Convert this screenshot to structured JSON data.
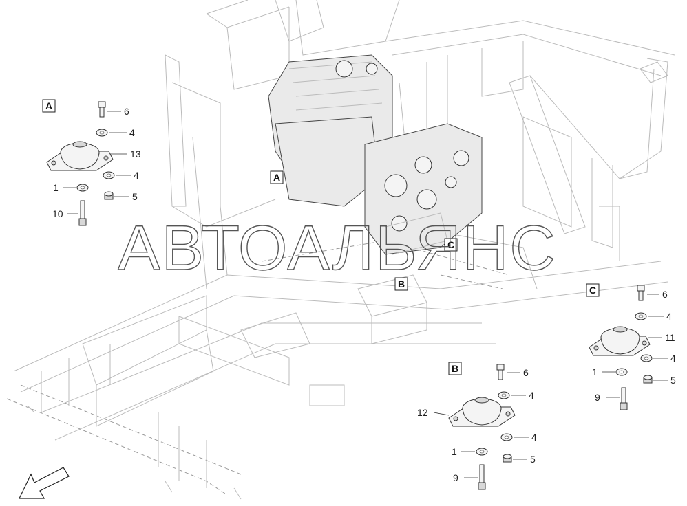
{
  "watermark": "АВТОАЛЬЯНС",
  "view_markers": {
    "main_a": "A",
    "main_b": "B",
    "main_c": "C"
  },
  "group_a": {
    "title": "A",
    "callouts": {
      "bolt_top": "6",
      "washer_top": "4",
      "mount": "13",
      "washer_bottom": "4",
      "nut": "5",
      "washer_left": "1",
      "bolt_bottom": "10"
    }
  },
  "group_b": {
    "title": "B",
    "callouts": {
      "bolt_top": "6",
      "washer_top": "4",
      "mount": "12",
      "washer_bottom": "4",
      "nut": "5",
      "washer_left": "1",
      "bolt_bottom": "9"
    }
  },
  "group_c": {
    "title": "C",
    "callouts": {
      "bolt_top": "6",
      "washer_top": "4",
      "mount": "11",
      "washer_bottom": "4",
      "nut": "5",
      "washer_left": "1",
      "bolt_bottom": "9"
    }
  }
}
